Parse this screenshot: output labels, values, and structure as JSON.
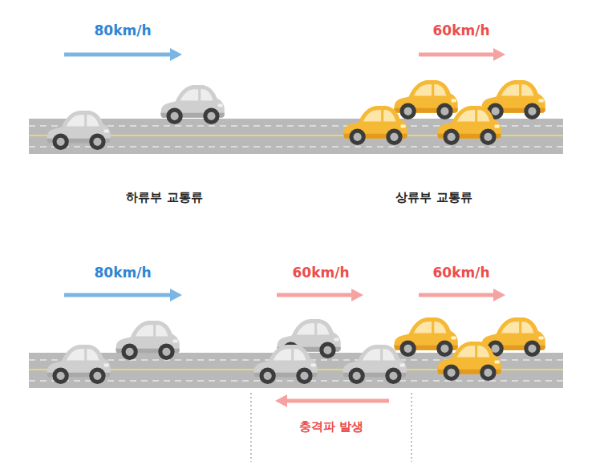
{
  "diagram": {
    "labels": [
      "80km/h",
      "60km/h",
      "하류부 교통류",
      "상류부 교통류",
      "80km/h",
      "60km/h",
      "60km/h",
      "충격파 발생"
    ]
  }
}
